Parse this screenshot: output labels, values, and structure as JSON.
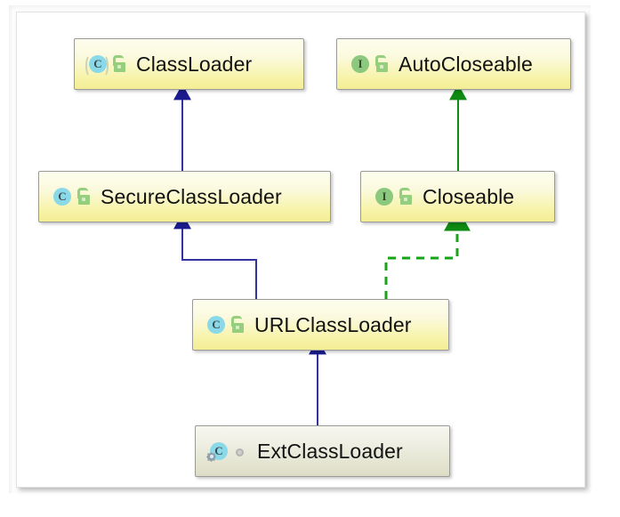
{
  "diagram": {
    "title": "Java ClassLoader hierarchy UML diagram",
    "canvas_background": "#ffffff",
    "node_fill_class": "#f7f3a8",
    "node_fill_inner_class": "#e3e3cf",
    "node_border": "#9a9a9a",
    "inheritance_color": "#1b1b8f",
    "implements_color": "#128a12",
    "nodes": [
      {
        "id": "classloader",
        "label": "ClassLoader",
        "stereotype": "abstract-class",
        "type_icon": "abstract-class-icon",
        "visibility_icon": "public-unlocked-icon",
        "visibility": "public",
        "style": "yellow"
      },
      {
        "id": "autocloseable",
        "label": "AutoCloseable",
        "stereotype": "interface",
        "type_icon": "interface-icon",
        "visibility_icon": "public-unlocked-icon",
        "visibility": "public",
        "style": "yellow"
      },
      {
        "id": "secureclassloader",
        "label": "SecureClassLoader",
        "stereotype": "class",
        "type_icon": "class-icon",
        "visibility_icon": "public-unlocked-icon",
        "visibility": "public",
        "style": "yellow"
      },
      {
        "id": "closeable",
        "label": "Closeable",
        "stereotype": "interface",
        "type_icon": "interface-icon",
        "visibility_icon": "public-unlocked-icon",
        "visibility": "public",
        "style": "yellow"
      },
      {
        "id": "urlclassloader",
        "label": "URLClassLoader",
        "stereotype": "class",
        "type_icon": "class-icon",
        "visibility_icon": "public-unlocked-icon",
        "visibility": "public",
        "style": "yellow"
      },
      {
        "id": "extclassloader",
        "label": "ExtClassLoader",
        "stereotype": "inner-class",
        "type_icon": "inner-class-icon",
        "visibility_icon": "private-dot-icon",
        "visibility": "private",
        "style": "grey"
      }
    ],
    "edges": [
      {
        "id": "e1",
        "from": "secureclassloader",
        "to": "classloader",
        "relation": "extends",
        "line": "solid",
        "color": "#1b1b8f"
      },
      {
        "id": "e2",
        "from": "closeable",
        "to": "autocloseable",
        "relation": "extends",
        "line": "solid",
        "color": "#128a12"
      },
      {
        "id": "e3",
        "from": "urlclassloader",
        "to": "secureclassloader",
        "relation": "extends",
        "line": "solid",
        "color": "#1b1b8f"
      },
      {
        "id": "e4",
        "from": "urlclassloader",
        "to": "closeable",
        "relation": "implements",
        "line": "dashed",
        "color": "#128a12"
      },
      {
        "id": "e5",
        "from": "extclassloader",
        "to": "urlclassloader",
        "relation": "extends",
        "line": "solid",
        "color": "#1b1b8f"
      }
    ]
  }
}
